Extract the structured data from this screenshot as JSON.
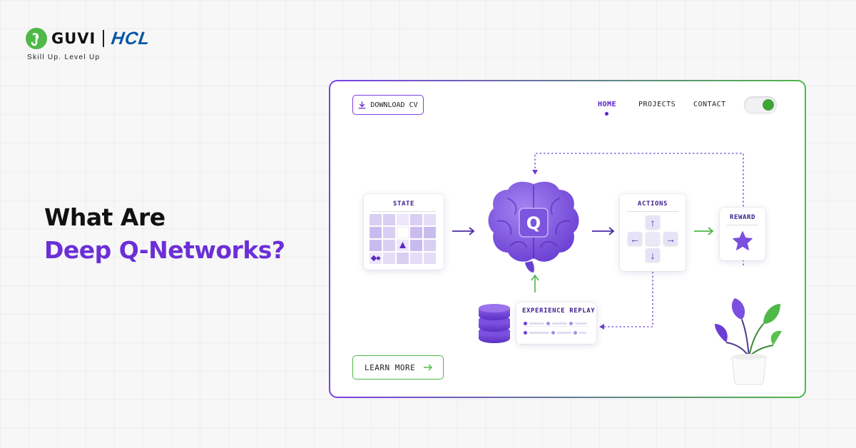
{
  "brand": {
    "guvi": "GUVI",
    "hcl": "HCL",
    "tagline": "Skill Up. Level Up",
    "green": "#4fb848",
    "purple": "#6b2fd6",
    "hcl_blue": "#0a57a5"
  },
  "headline": {
    "line1": "What Are",
    "line2": "Deep Q-Networks?"
  },
  "mock": {
    "download_label": "DOWNLOAD CV",
    "download_icon": "download-icon",
    "nav": [
      {
        "label": "HOME",
        "active": true
      },
      {
        "label": "PROJECTS",
        "active": false
      },
      {
        "label": "CONTACT",
        "active": false
      }
    ],
    "theme_toggle_on": true,
    "diagram": {
      "state_title": "STATE",
      "q_label": "Q",
      "actions_title": "ACTIONS",
      "reward_title": "REWARD",
      "replay_title": "EXPERIENCE REPLAY",
      "icons": [
        "brain-icon",
        "star-icon",
        "database-icon",
        "plant-icon",
        "arrow-up-icon",
        "arrow-down-icon",
        "arrow-left-icon",
        "arrow-right-icon"
      ]
    },
    "learn_more_label": "LEARN MORE"
  }
}
